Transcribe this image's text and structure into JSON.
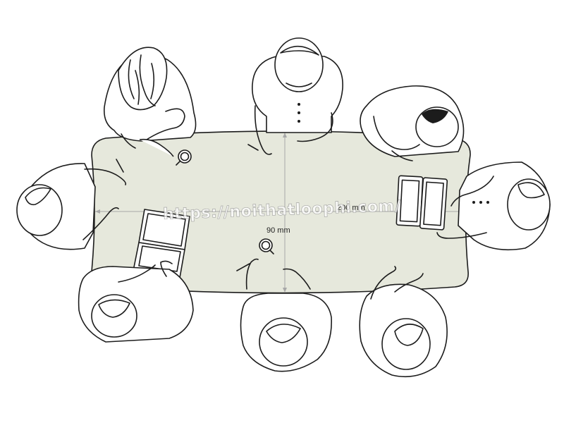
{
  "diagram": {
    "table_length_label": "200 mm",
    "table_width_label": "90 mm",
    "watermark_text": "https://noithatloophi.com/",
    "colors": {
      "table_fill": "#e6e8dc",
      "line": "#1c1c1c",
      "background": "#ffffff",
      "dimension_line": "#a8a8a8"
    }
  }
}
